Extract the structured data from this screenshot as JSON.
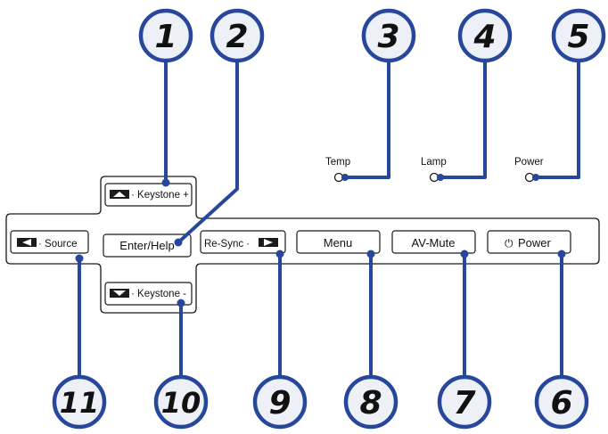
{
  "leds": {
    "temp": "Temp",
    "lamp": "Lamp",
    "power": "Power"
  },
  "keys": {
    "keystone_plus": "· Keystone +",
    "keystone_minus": "· Keystone -",
    "source": "· Source",
    "enter_help": "Enter/Help",
    "resync": "Re-Sync ·",
    "menu": "Menu",
    "av_mute": "AV-Mute",
    "power_symbol": "⏻",
    "power": "Power"
  },
  "callouts": {
    "c1": "1",
    "c2": "2",
    "c3": "3",
    "c4": "4",
    "c5": "5",
    "c6": "6",
    "c7": "7",
    "c8": "8",
    "c9": "9",
    "c10": "10",
    "c11": "11"
  },
  "colors": {
    "leader": "#27479b",
    "outline": "#1b1b1b",
    "callout_fill": "#eef0f8"
  }
}
